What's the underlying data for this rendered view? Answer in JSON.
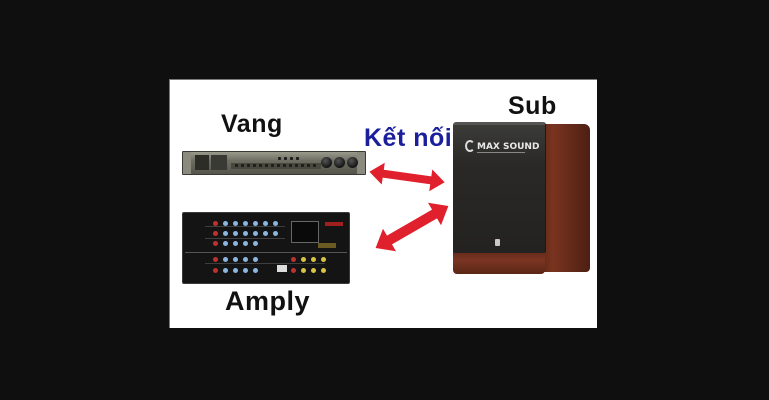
{
  "labels": {
    "vang": "Vang",
    "amply": "Amply",
    "sub": "Sub",
    "connect": "Kết nối"
  },
  "sub": {
    "brand": "MAX SOUND"
  },
  "colors": {
    "background": "#0f0f0f",
    "panel": "#ffffff",
    "connect_text": "#1b1f9c",
    "arrow": "#e0202c"
  }
}
